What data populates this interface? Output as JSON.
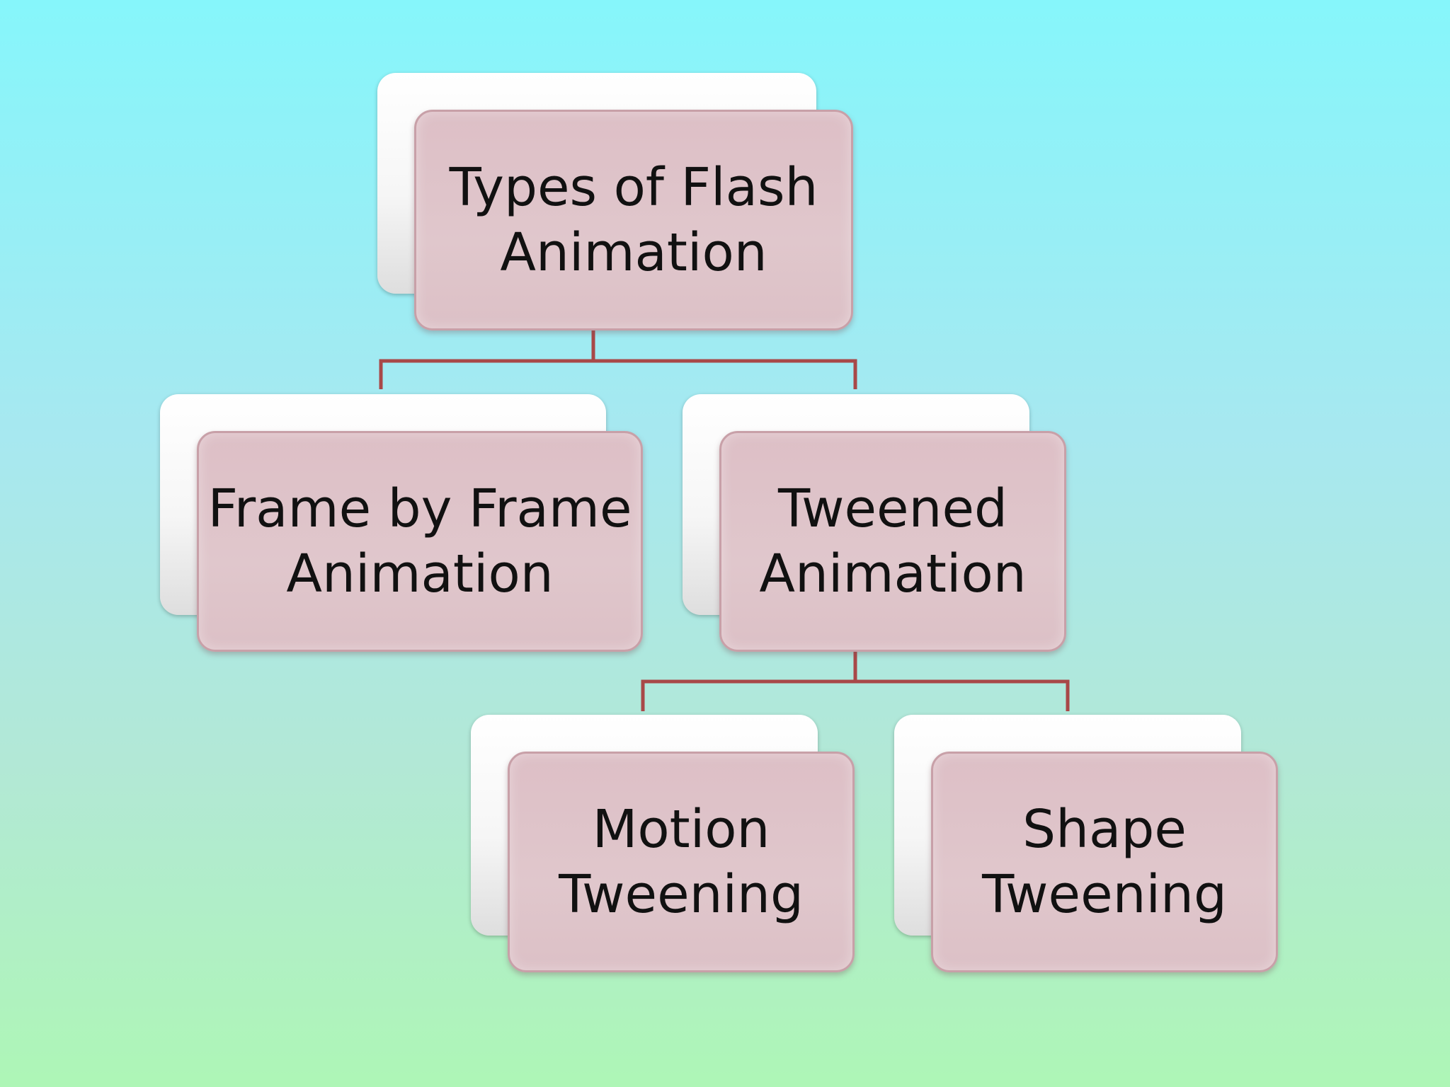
{
  "diagram": {
    "root": {
      "label": "Types of Flash\nAnimation"
    },
    "frame_by_frame": {
      "label": "Frame by Frame\nAnimation"
    },
    "tweened": {
      "label": "Tweened\nAnimation"
    },
    "motion_tweening": {
      "label": "Motion\nTweening"
    },
    "shape_tweening": {
      "label": "Shape\nTweening"
    }
  },
  "colors": {
    "connector": "#a84848",
    "box_fill": "#e0c5cb",
    "box_border": "#c8a0a8"
  }
}
